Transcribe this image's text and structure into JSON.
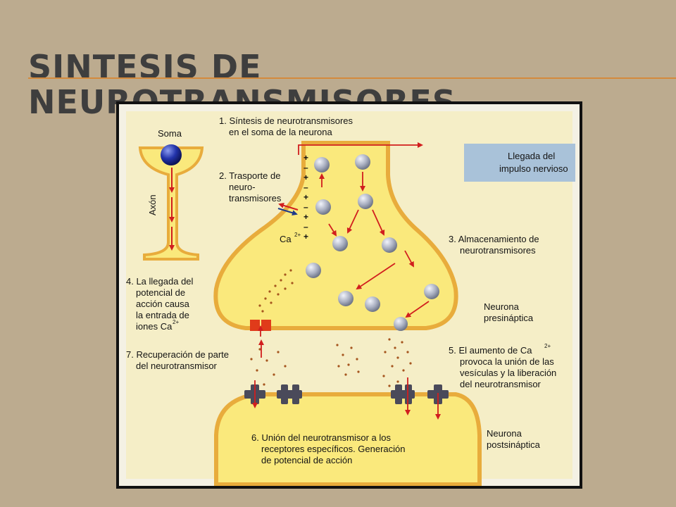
{
  "slide": {
    "title": "SINTESIS DE NEUROTRANSMISORES"
  },
  "diagram": {
    "labels": {
      "soma": "Soma",
      "axon": "Axón",
      "step1_line1": "1. Síntesis de neurotransmisores",
      "step1_line2": "en el soma de la neurona",
      "impulse_line1": "Llegada del",
      "impulse_line2": "impulso nervioso",
      "step2_line1": "2. Trasporte de",
      "step2_line2": "neuro-",
      "step2_line3": "transmisores",
      "calcium": "Ca",
      "calcium_sup": "2+",
      "step3_line1": "3. Almacenamiento de",
      "step3_line2": "neurotransmisores",
      "step4_line1": "4. La llegada del",
      "step4_line2": "potencial de",
      "step4_line3": "acción causa",
      "step4_line4": "la entrada de",
      "step4_line5": "iones Ca",
      "step4_sup": "2+",
      "presynaptic_line1": "Neurona",
      "presynaptic_line2": "presináptica",
      "step7_line1": "7. Recuperación de parte",
      "step7_line2": "del neurotransmisor",
      "step5_line1": "5. El aumento de Ca",
      "step5_sup": "2+",
      "step5_line2": "provoca la unión de las",
      "step5_line3": "vesículas y la liberación",
      "step5_line4": "del neurotransmisor",
      "step6_line1": "6. Unión del neurotransmisor a los",
      "step6_line2": "receptores específicos. Generación",
      "step6_line3": "de potencial de acción",
      "postsynaptic_line1": "Neurona",
      "postsynaptic_line2": "postsináptica"
    },
    "membrane_charges": [
      "+",
      "–",
      "+",
      "–",
      "+",
      "–",
      "+",
      "–",
      "+"
    ],
    "colors": {
      "cell_fill": "#fae97c",
      "cell_edge": "#e8ac3c",
      "vesicle": "#9aa1b4",
      "arrow": "#d11e1e",
      "channel": "#e03b1a",
      "receptor": "#4a4a5a",
      "label_box": "#a9c2d9"
    }
  }
}
